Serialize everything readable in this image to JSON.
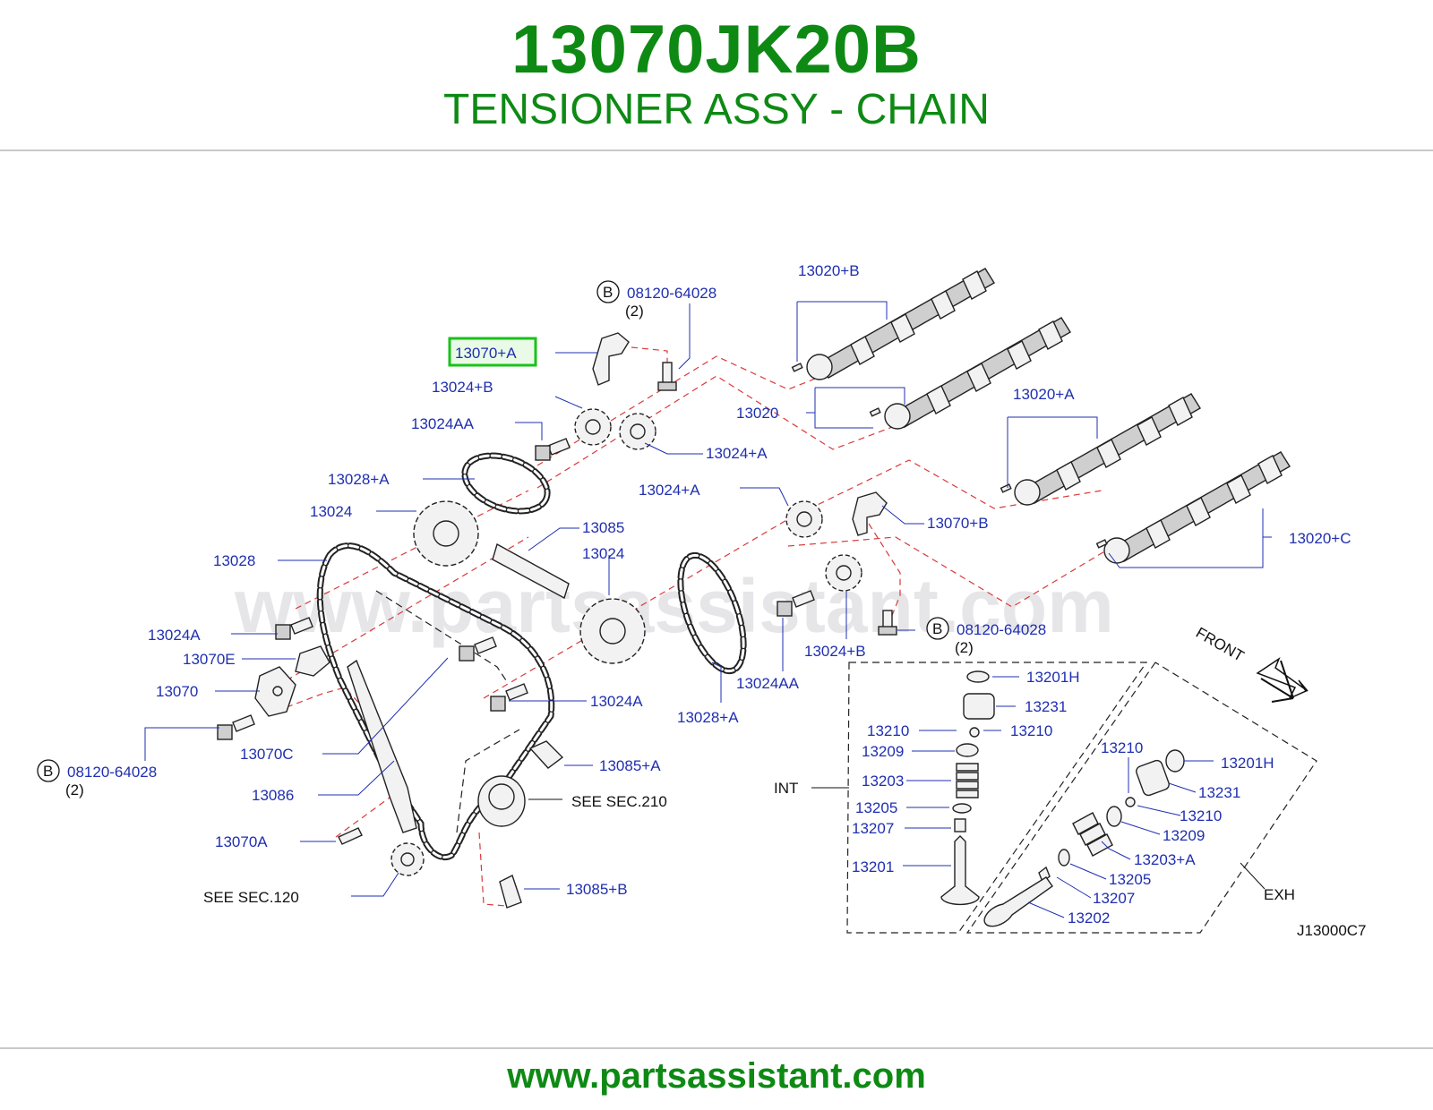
{
  "header": {
    "part_number": "13070JK20B",
    "part_name": "TENSIONER ASSY - CHAIN"
  },
  "footer": {
    "url": "www.partsassistant.com"
  },
  "diagram": {
    "watermark": "www.partsassistant.com",
    "code": "J13000C7",
    "front_label": "FRONT",
    "group_int": "INT",
    "group_exh": "EXH",
    "circle_b": "B",
    "bolt_number": "08120-64028",
    "bolt_qty": "(2)",
    "see_210": "SEE   SEC.210",
    "see_120": "SEE   SEC.120",
    "labels": {
      "p13070_a": "13070+A",
      "p13020_b": "13020+B",
      "p13024_b_top": "13024+B",
      "p13024aa_top": "13024AA",
      "p13020": "13020",
      "p13024_a_top": "13024+A",
      "p13020_a": "13020+A",
      "p13028_a_top": "13028+A",
      "p13024_top": "13024",
      "p13024_a_mid": "13024+A",
      "p13070_b": "13070+B",
      "p13085": "13085",
      "p13024_mid": "13024",
      "p13020_c": "13020+C",
      "p13028": "13028",
      "p13024a_left": "13024A",
      "p13070e": "13070E",
      "p13070": "13070",
      "p13070c": "13070C",
      "p13086": "13086",
      "p13070a": "13070A",
      "p13024a_mid": "13024A",
      "p13085_a": "13085+A",
      "p13085_b": "13085+B",
      "p13028_a_mid": "13028+A",
      "p13024aa_mid": "13024AA",
      "p13024_b_mid": "13024+B",
      "v13201h_int": "13201H",
      "v13231_int": "13231",
      "v13210_int_l": "13210",
      "v13210_int_r": "13210",
      "v13209_int": "13209",
      "v13203_int": "13203",
      "v13205_int": "13205",
      "v13207_int": "13207",
      "v13201_int": "13201",
      "v13210_exh_top": "13210",
      "v13201h_exh": "13201H",
      "v13231_exh": "13231",
      "v13210_exh": "13210",
      "v13209_exh": "13209",
      "v13203_a_exh": "13203+A",
      "v13205_exh": "13205",
      "v13207_exh": "13207",
      "v13202_exh": "13202"
    }
  }
}
